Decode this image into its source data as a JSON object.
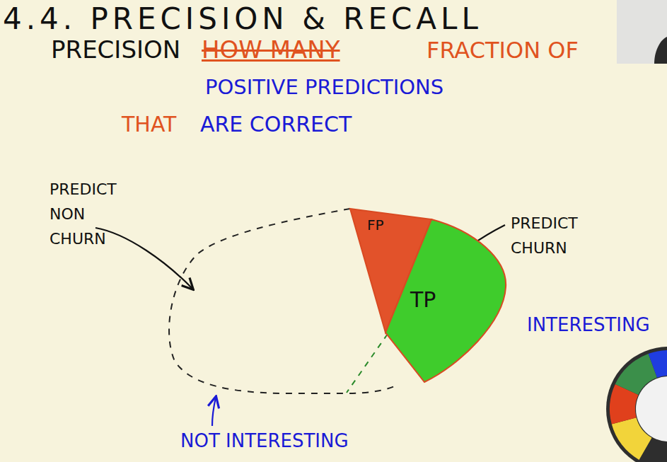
{
  "diagram": {
    "title": "4.4. PRECISION & RECALL",
    "nodes": [
      {
        "text": [
          "FP"
        ]
      },
      {
        "text": [
          "TP"
        ]
      }
    ],
    "labels": [
      "PRECISION",
      "HOW MANY",
      "FRACTION OF",
      "POSITIVE PREDICTIONS",
      "THAT",
      "ARE CORRECT",
      "PREDICT NON CHURN",
      "PREDICT CHURN",
      "INTERESTING",
      "NOT INTERESTING"
    ]
  }
}
